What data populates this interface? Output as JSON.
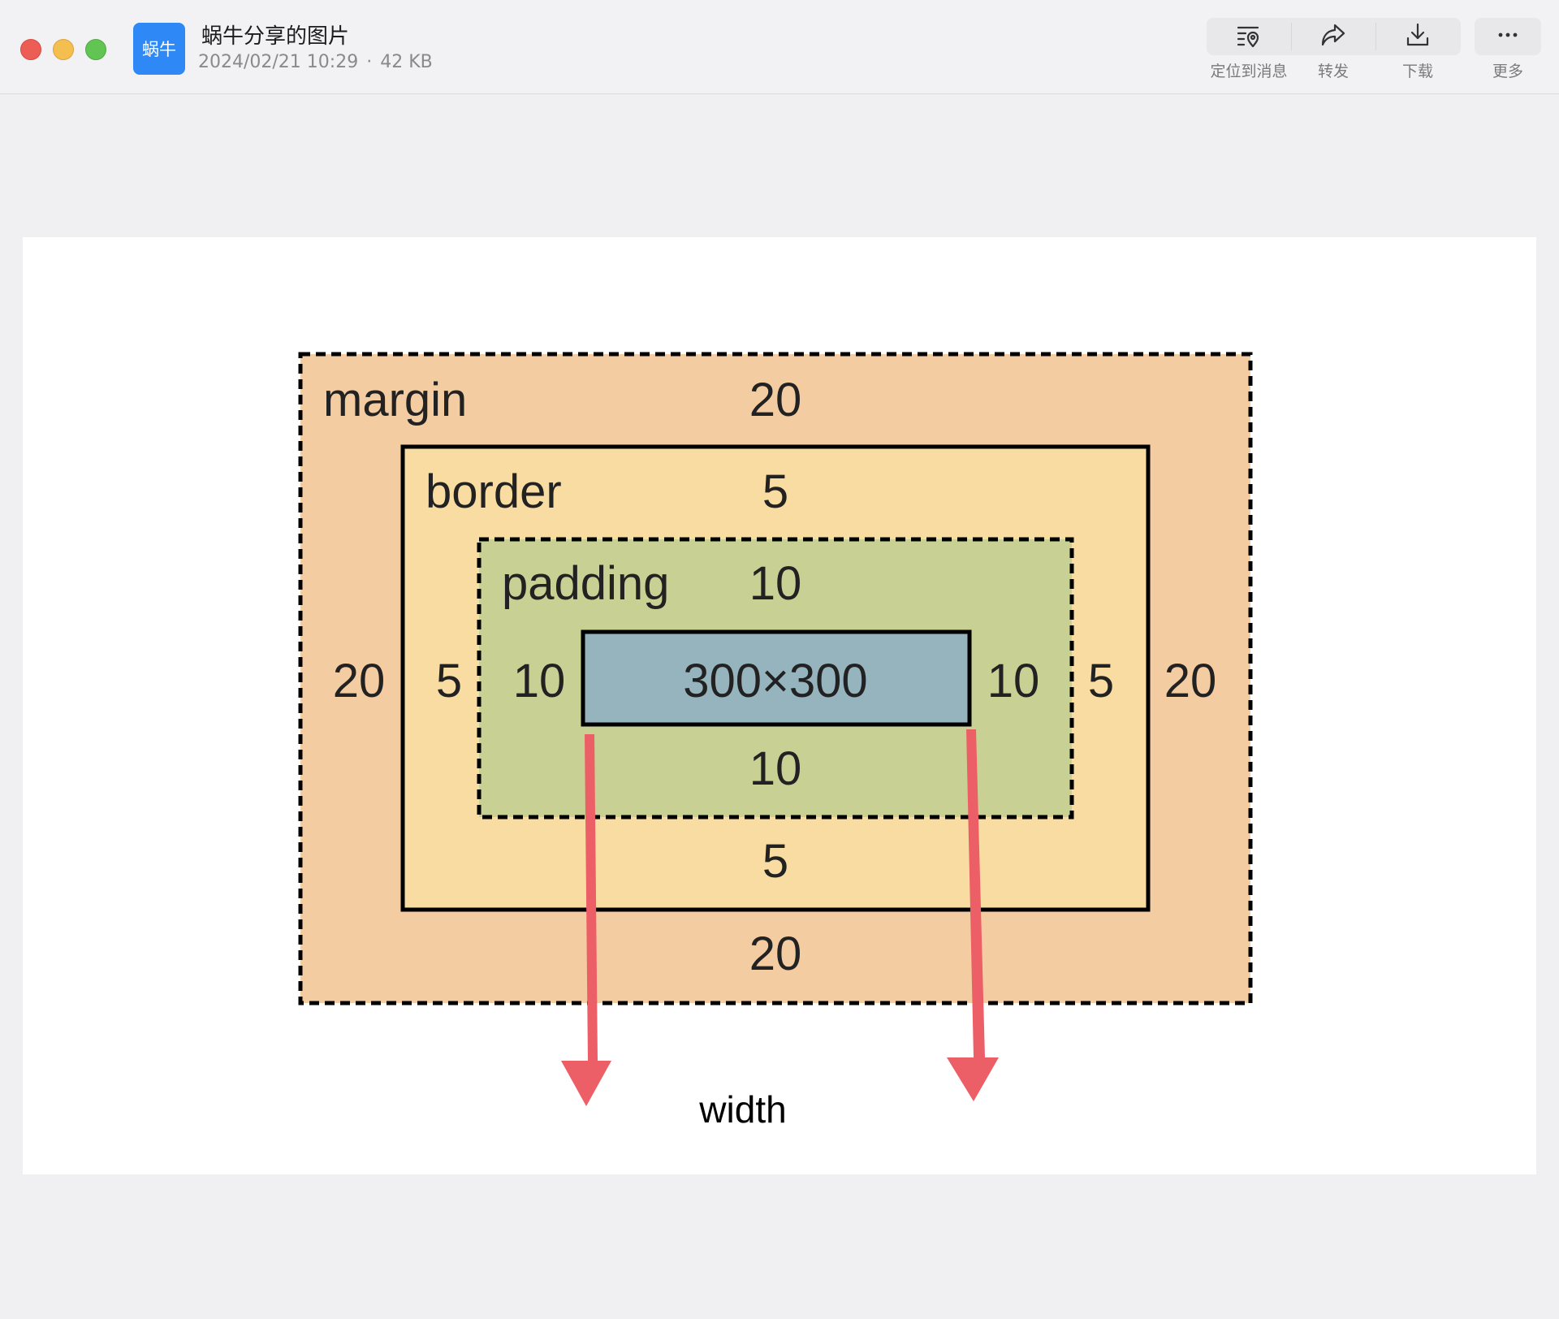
{
  "window": {
    "app_badge": "蜗牛",
    "title": "蜗牛分享的图片",
    "date": "2024/02/21 10:29",
    "separator": "·",
    "size": "42 KB"
  },
  "toolbar": {
    "locate_label": "定位到消息",
    "forward_label": "转发",
    "download_label": "下载",
    "more_label": "更多"
  },
  "diagram": {
    "colors": {
      "margin": "#f4cca2",
      "border": "#f9dca2",
      "padding": "#c8d093",
      "content": "#96b4be",
      "arrow": "#ec5f66"
    },
    "margin": {
      "label": "margin",
      "top": "20",
      "bottom": "20",
      "left": "20",
      "right": "20"
    },
    "border": {
      "label": "border",
      "top": "5",
      "bottom": "5",
      "left": "5",
      "right": "5"
    },
    "padding": {
      "label": "padding",
      "top": "10",
      "bottom": "10",
      "left": "10",
      "right": "10"
    },
    "content": {
      "label": "300×300"
    },
    "width_label": "width"
  }
}
